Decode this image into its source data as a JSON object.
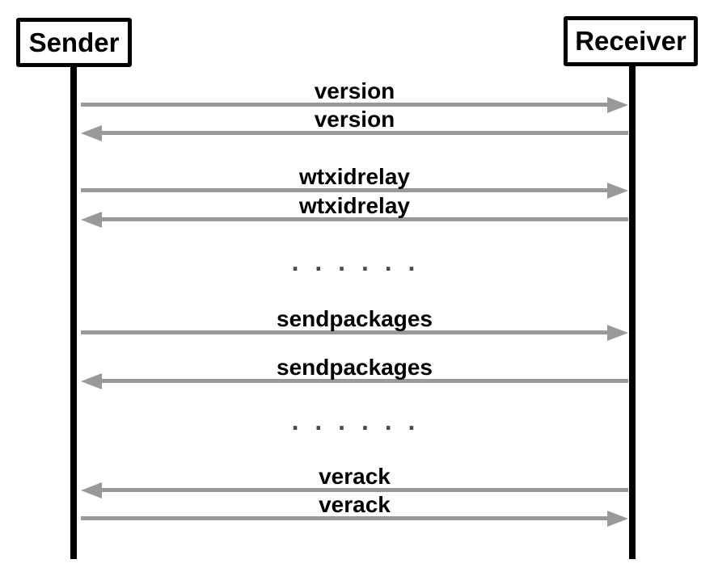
{
  "diagram": {
    "type": "sequence-diagram",
    "actors": [
      {
        "name": "Sender"
      },
      {
        "name": "Receiver"
      }
    ],
    "messages": [
      {
        "label": "version",
        "from": "Sender",
        "to": "Receiver",
        "direction": "right"
      },
      {
        "label": "version",
        "from": "Receiver",
        "to": "Sender",
        "direction": "left"
      },
      {
        "label": "wtxidrelay",
        "from": "Sender",
        "to": "Receiver",
        "direction": "right"
      },
      {
        "label": "wtxidrelay",
        "from": "Receiver",
        "to": "Sender",
        "direction": "left"
      },
      {
        "type": "ellipsis",
        "label": ". . . . . ."
      },
      {
        "label": "sendpackages",
        "from": "Sender",
        "to": "Receiver",
        "direction": "right"
      },
      {
        "label": "sendpackages",
        "from": "Receiver",
        "to": "Sender",
        "direction": "left"
      },
      {
        "type": "ellipsis",
        "label": ". . . . . ."
      },
      {
        "label": "verack",
        "from": "Receiver",
        "to": "Sender",
        "direction": "left"
      },
      {
        "label": "verack",
        "from": "Sender",
        "to": "Receiver",
        "direction": "right"
      }
    ],
    "colors": {
      "arrow": "#999999",
      "lifeline": "#000000",
      "ellipsis": "#4b4b4b",
      "bg": "#ffffff",
      "text": "#000000"
    }
  }
}
